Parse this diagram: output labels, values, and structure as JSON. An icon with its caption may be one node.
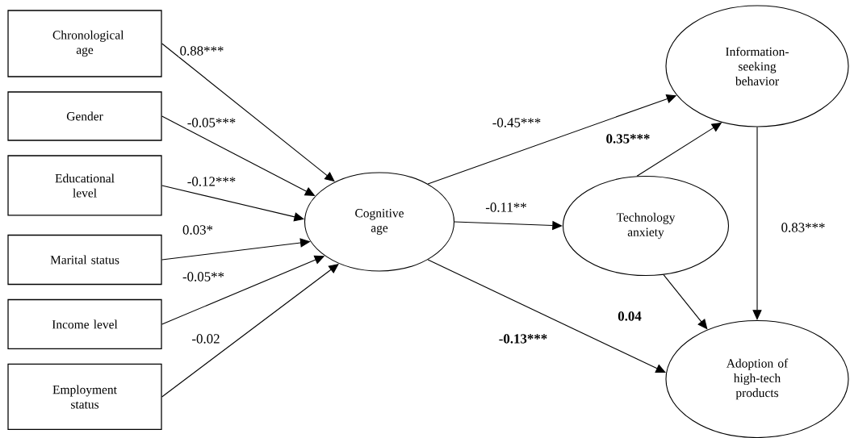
{
  "diagram": {
    "nodes": [
      {
        "text": [
          "Chronological age"
        ]
      },
      {
        "text": [
          "Gender"
        ]
      },
      {
        "text": [
          "Educational level"
        ]
      },
      {
        "text": [
          "Marital status"
        ]
      },
      {
        "text": [
          "Income level"
        ]
      },
      {
        "text": [
          "Employment status"
        ]
      },
      {
        "text": [
          "Cognitive age"
        ]
      },
      {
        "text": [
          "Information-seeking behavior"
        ]
      },
      {
        "text": [
          "Technology anxiety"
        ]
      },
      {
        "text": [
          "Adoption of high-tech products"
        ]
      }
    ],
    "edges": [
      {
        "from": 0,
        "to": 6,
        "arrow": "to",
        "label": "0.88***"
      },
      {
        "from": 1,
        "to": 6,
        "arrow": "to",
        "label": "-0.05***"
      },
      {
        "from": 2,
        "to": 6,
        "arrow": "to",
        "label": "-0.12***"
      },
      {
        "from": 3,
        "to": 6,
        "arrow": "to",
        "label": "0.03*"
      },
      {
        "from": 4,
        "to": 6,
        "arrow": "to",
        "label": "-0.05**"
      },
      {
        "from": 5,
        "to": 6,
        "arrow": "to",
        "label": "-0.02"
      },
      {
        "from": 6,
        "to": 7,
        "arrow": "to",
        "label": "-0.45***"
      },
      {
        "from": 8,
        "to": 7,
        "arrow": "to",
        "label": "0.35***"
      },
      {
        "from": 6,
        "to": 8,
        "arrow": "to",
        "label": "-0.11**"
      },
      {
        "from": 7,
        "to": 9,
        "arrow": "to",
        "label": "0.83***"
      },
      {
        "from": 8,
        "to": 9,
        "arrow": "to",
        "label": "0.04"
      },
      {
        "from": 6,
        "to": 9,
        "arrow": "to",
        "label": "-0.13***"
      }
    ]
  }
}
